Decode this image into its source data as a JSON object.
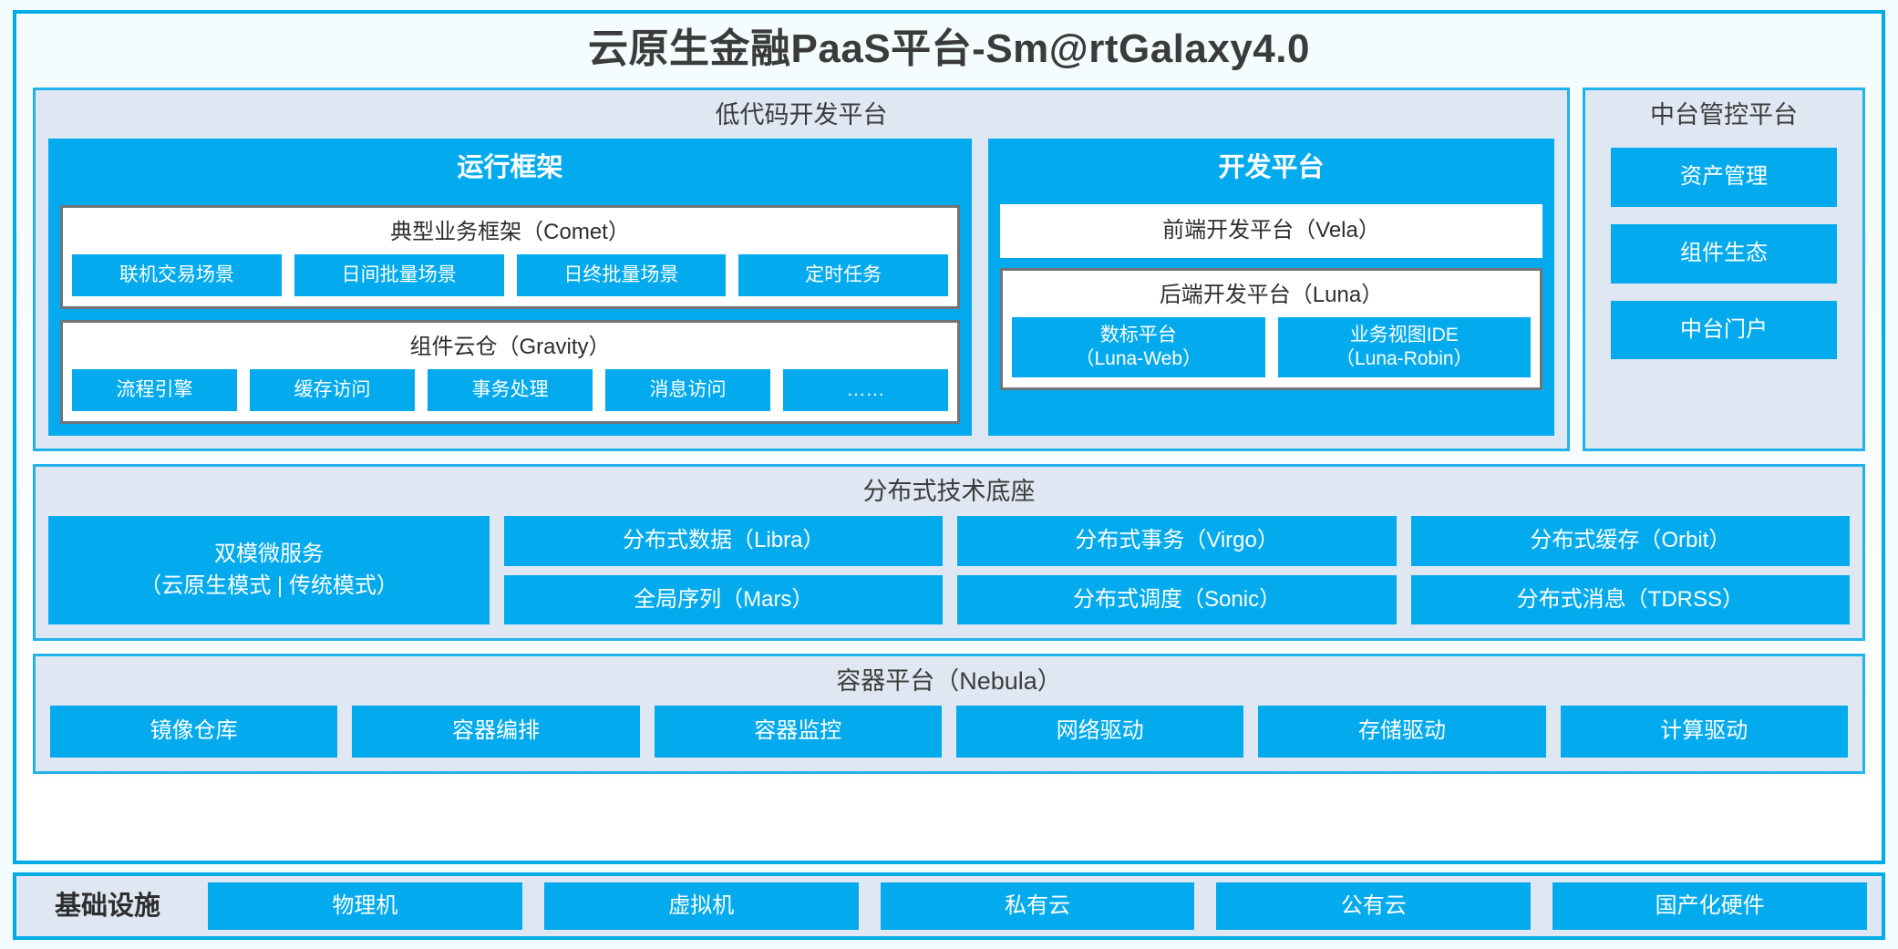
{
  "title": "云原生金融PaaS平台-Sm@rtGalaxy4.0",
  "colors": {
    "accent": "#03abee",
    "panel_bg": "#dfe7f2",
    "border": "#22b2ec",
    "page_bg": "#f2fbfd"
  },
  "lowcode": {
    "title": "低代码开发平台",
    "runtime": {
      "title": "运行框架",
      "comet": {
        "title": "典型业务框架（Comet）",
        "items": [
          "联机交易场景",
          "日间批量场景",
          "日终批量场景",
          "定时任务"
        ]
      },
      "gravity": {
        "title": "组件云仓（Gravity）",
        "items": [
          "流程引擎",
          "缓存访问",
          "事务处理",
          "消息访问",
          "……"
        ]
      }
    },
    "devplatform": {
      "title": "开发平台",
      "vela": "前端开发平台（Vela）",
      "luna": {
        "title": "后端开发平台（Luna）",
        "items": [
          {
            "line1": "数标平台",
            "line2": "（Luna-Web）"
          },
          {
            "line1": "业务视图IDE",
            "line2": "（Luna-Robin）"
          }
        ]
      }
    }
  },
  "control": {
    "title": "中台管控平台",
    "items": [
      "资产管理",
      "组件生态",
      "中台门户"
    ]
  },
  "techbase": {
    "title": "分布式技术底座",
    "microservice": {
      "line1": "双模微服务",
      "line2": "（云原生模式 | 传统模式）"
    },
    "columns": [
      [
        "分布式数据（Libra）",
        "全局序列（Mars）"
      ],
      [
        "分布式事务（Virgo）",
        "分布式调度（Sonic）"
      ],
      [
        "分布式缓存（Orbit）",
        "分布式消息（TDRSS）"
      ]
    ]
  },
  "container": {
    "title": "容器平台（Nebula）",
    "items": [
      "镜像仓库",
      "容器编排",
      "容器监控",
      "网络驱动",
      "存储驱动",
      "计算驱动"
    ]
  },
  "infrastructure": {
    "label": "基础设施",
    "items": [
      "物理机",
      "虚拟机",
      "私有云",
      "公有云",
      "国产化硬件"
    ]
  }
}
